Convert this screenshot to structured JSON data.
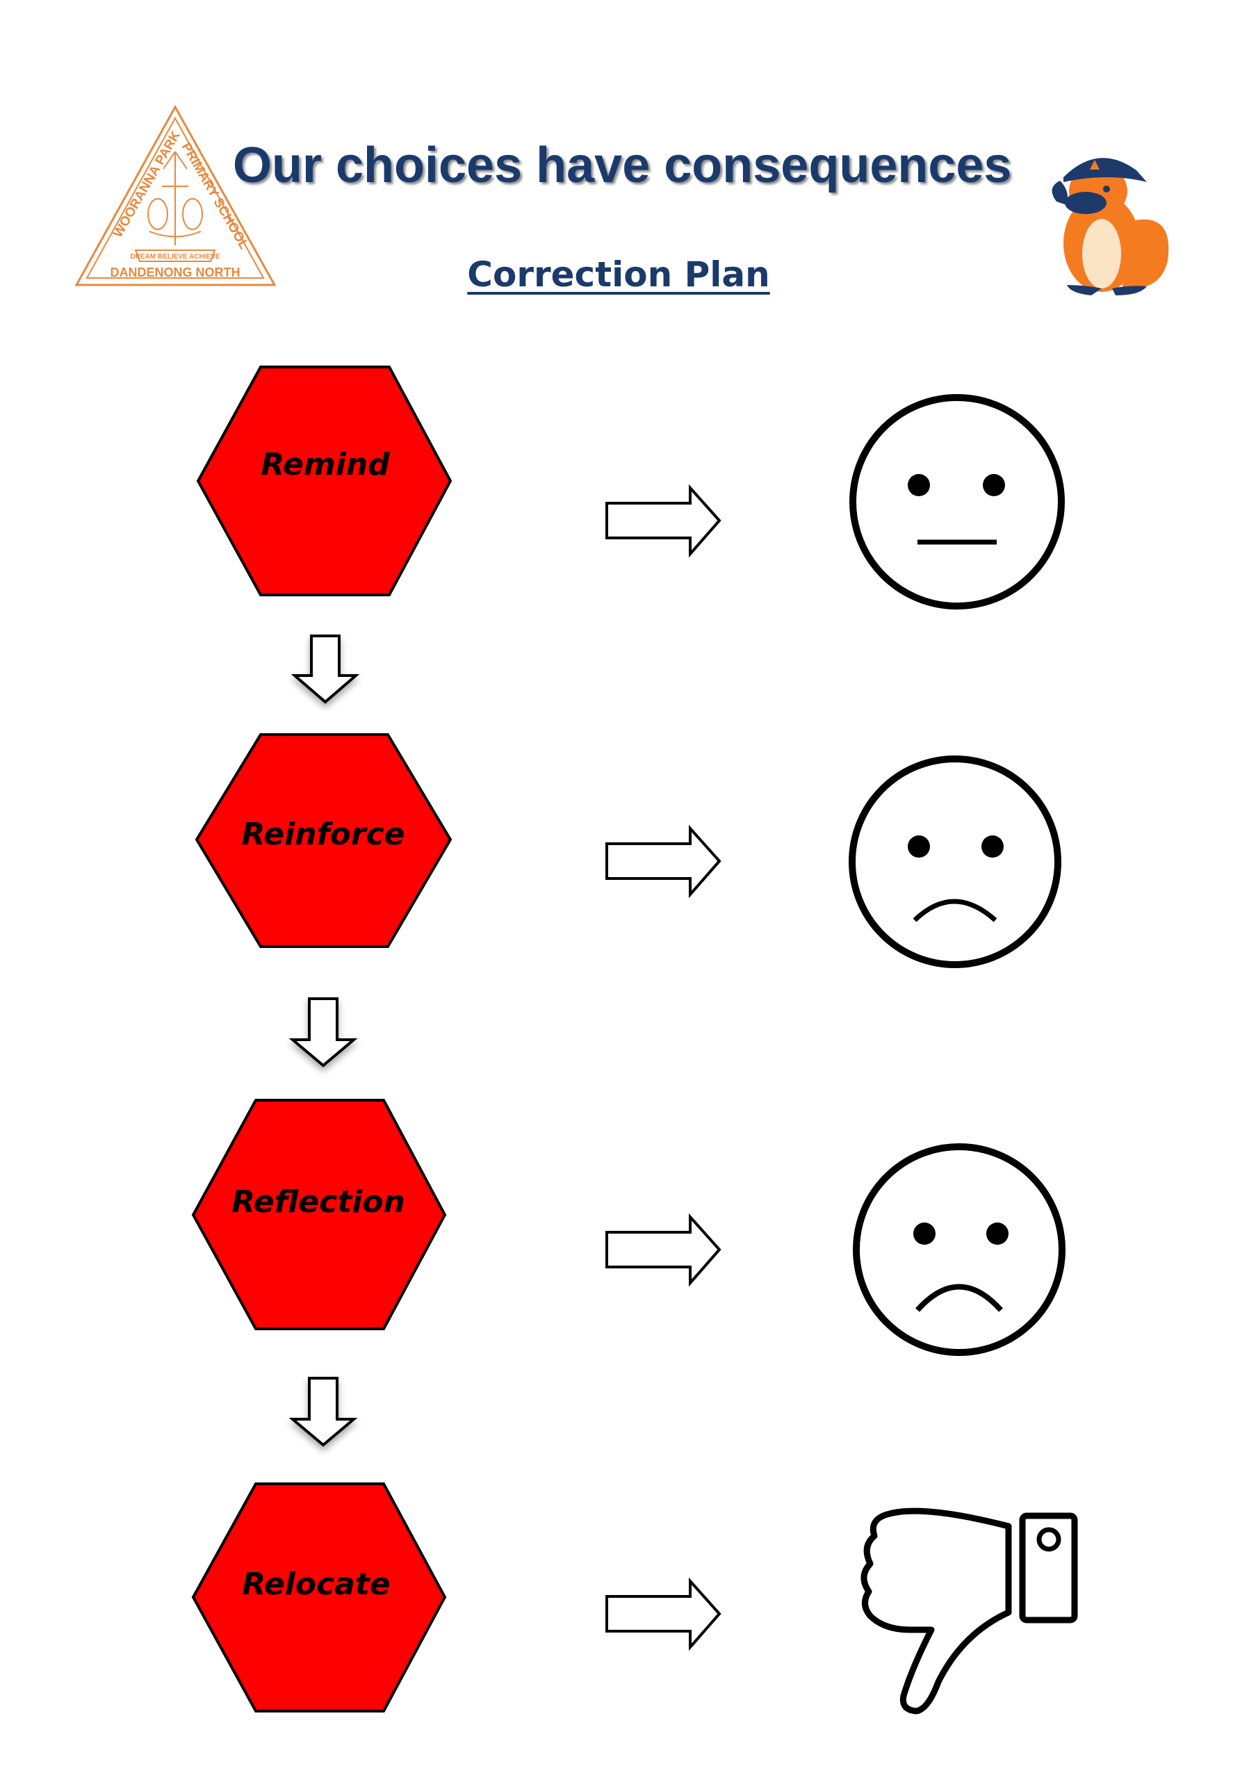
{
  "header": {
    "title": "Our choices have consequences",
    "subtitle": "Correction Plan"
  },
  "logo": {
    "name_arc_left": "WOORANNA PARK",
    "name_arc_right": "PRIMARY SCHOOL",
    "motto": "DREAM BELIEVE ACHIEVE",
    "location": "DANDENONG NORTH",
    "color": "#e8893c"
  },
  "mascot": {
    "icon": "platypus-mascot-icon"
  },
  "colors": {
    "step_fill": "#ff0000",
    "step_stroke": "#000000",
    "heading": "#1a3a6b"
  },
  "steps": [
    {
      "label": "Remind",
      "icon": "neutral-face-icon"
    },
    {
      "label": "Reinforce",
      "icon": "slightly-sad-face-icon"
    },
    {
      "label": "Reflection",
      "icon": "sad-face-icon"
    },
    {
      "label": "Relocate",
      "icon": "thumbs-down-icon"
    }
  ]
}
